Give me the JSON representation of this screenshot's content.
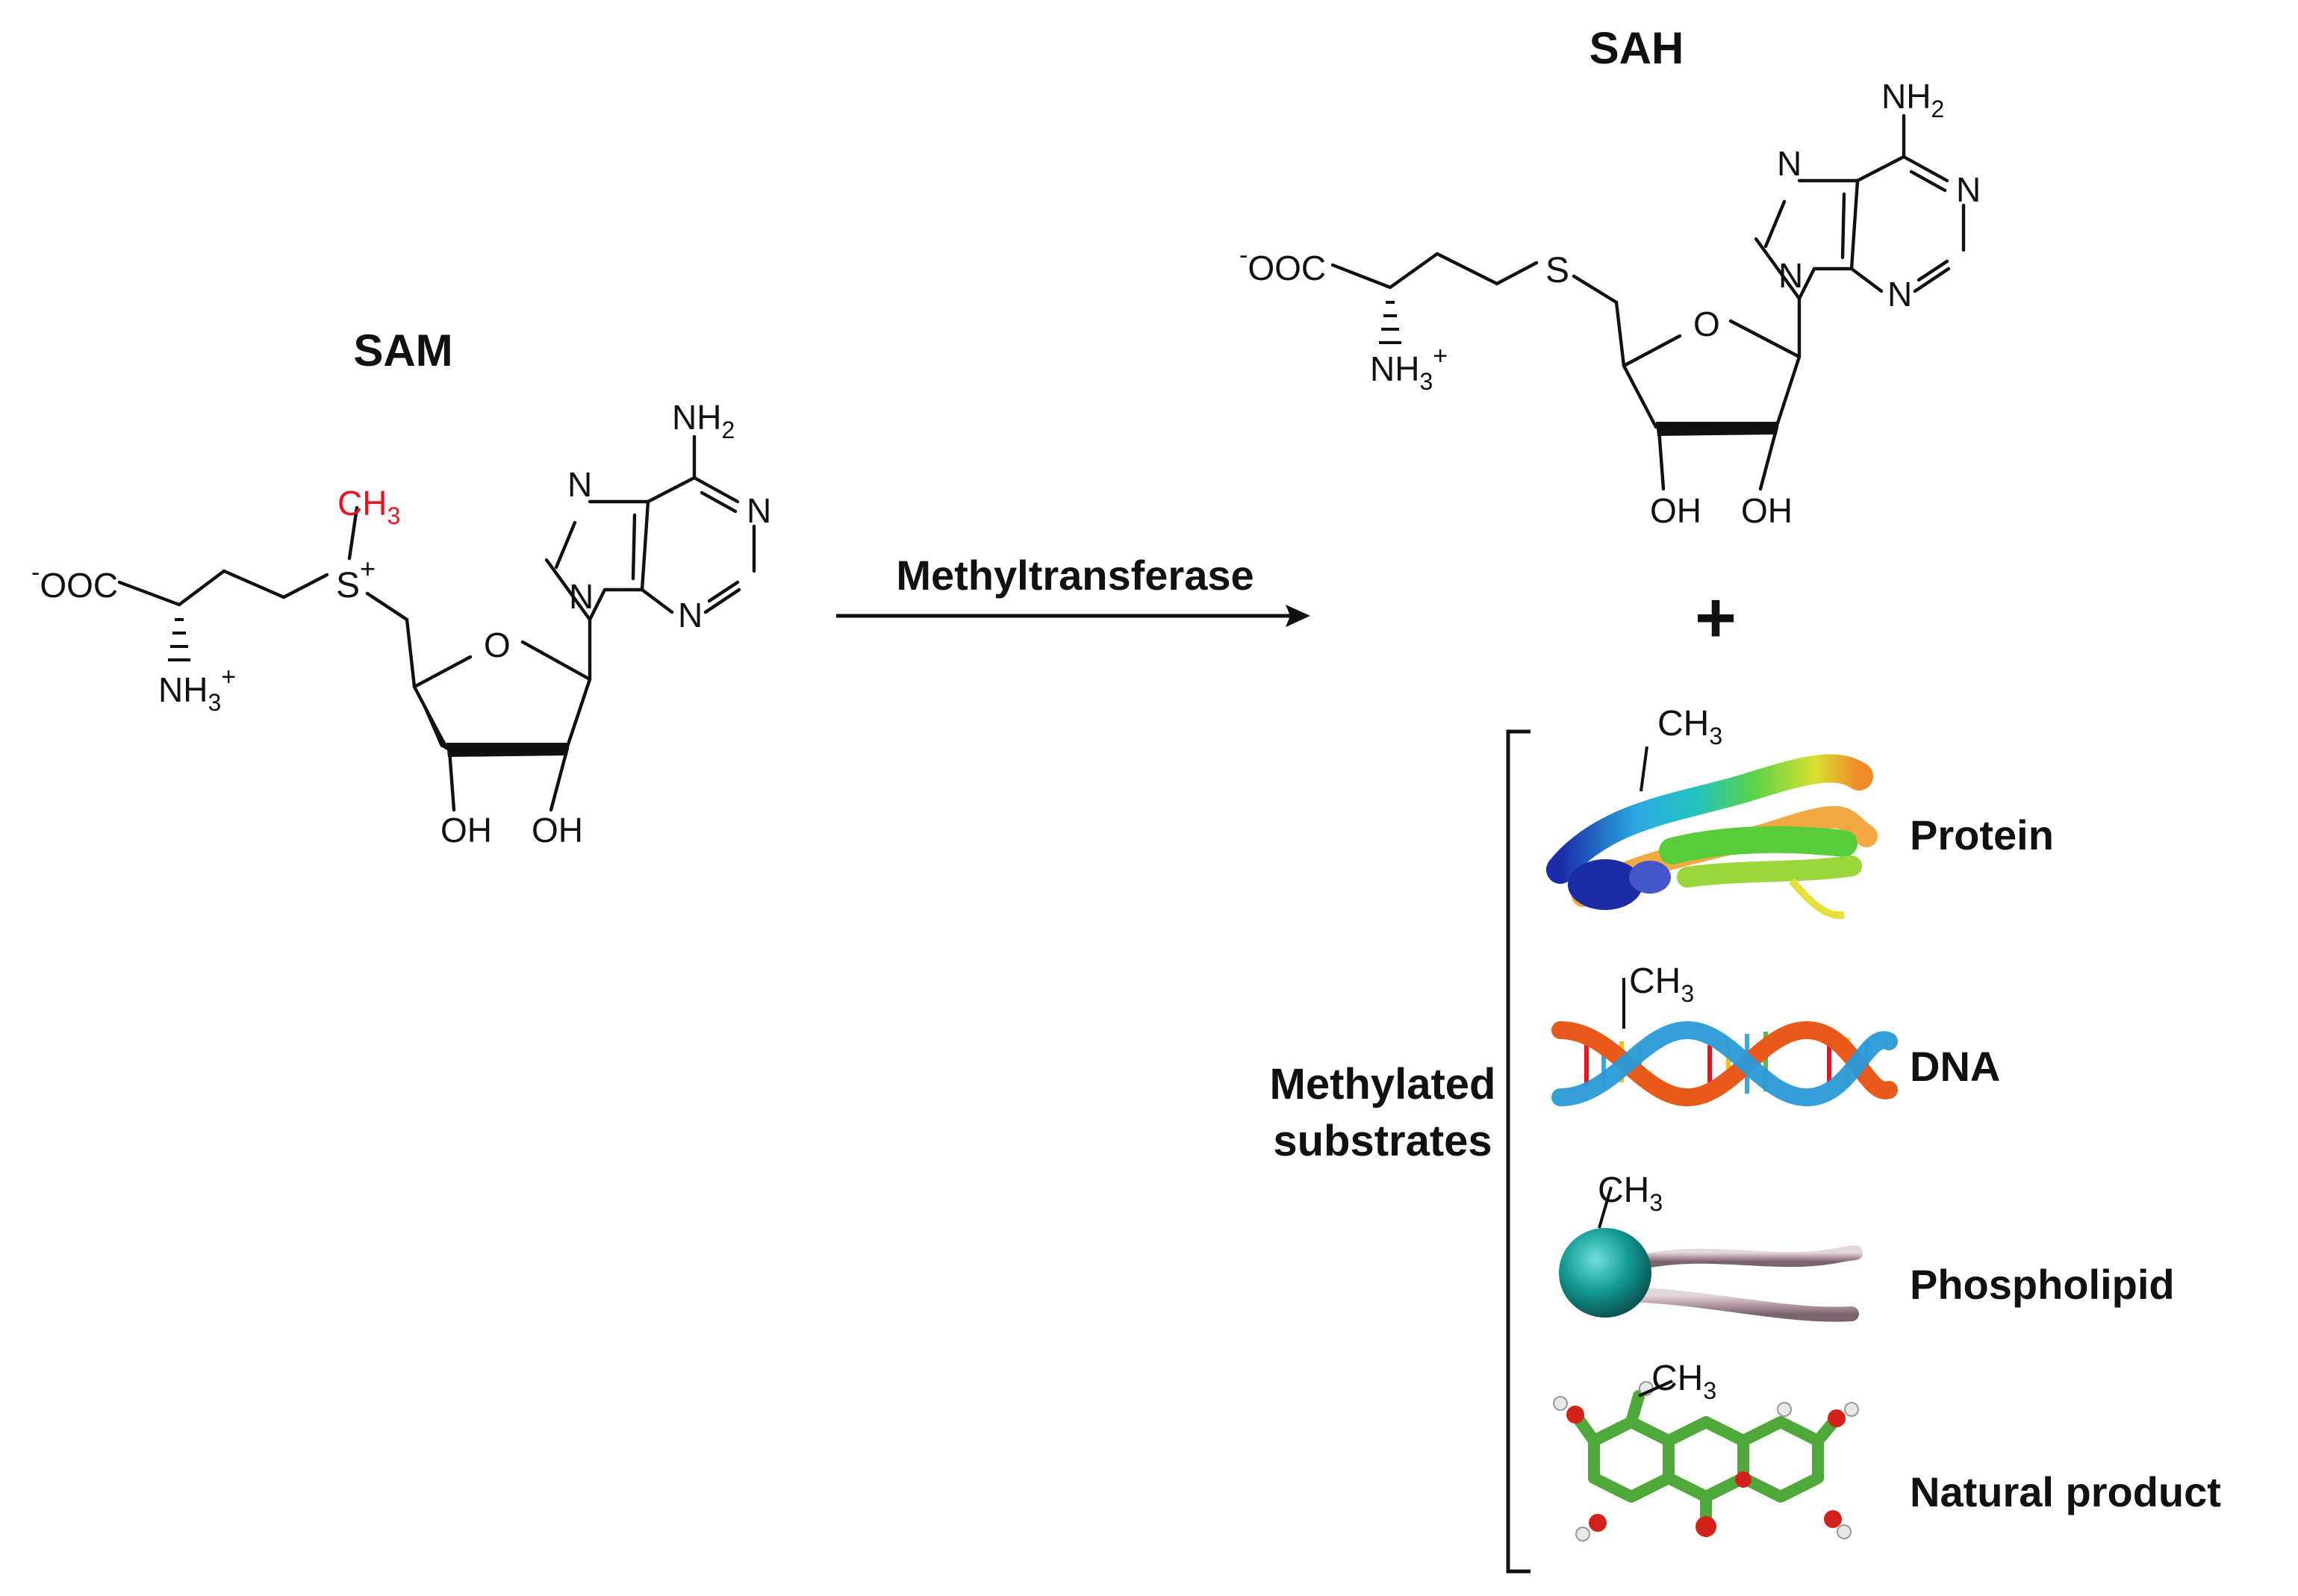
{
  "sam": {
    "title": "SAM",
    "methyl": "CH3",
    "methyl_color": "#e8141e",
    "sulfur": "S",
    "charge_plus": "+",
    "charge_minus": "-",
    "carboxylate": "OOC",
    "amine": "NH3",
    "amino": "NH2",
    "ring_o": "O",
    "n": "N",
    "oh": "OH"
  },
  "sah": {
    "title": "SAH",
    "sulfur": "S"
  },
  "reaction": {
    "enzyme": "Methyltransferase",
    "plus": "+"
  },
  "substrates": {
    "group_label_line1": "Methylated",
    "group_label_line2": "substrates",
    "methyl_tag": "CH3",
    "items": [
      {
        "label": "Protein",
        "icon": "protein-ribbon-icon"
      },
      {
        "label": "DNA",
        "icon": "dna-helix-icon"
      },
      {
        "label": "Phospholipid",
        "icon": "phospholipid-icon"
      },
      {
        "label": "Natural product",
        "icon": "natural-product-molecule-icon"
      }
    ]
  },
  "colors": {
    "methyl_red": "#e8141e",
    "lipid_head": "#139b96",
    "lipid_tail": "#b49aa6",
    "molecule_green": "#4fa83a",
    "oxygen_red": "#d3221c"
  }
}
